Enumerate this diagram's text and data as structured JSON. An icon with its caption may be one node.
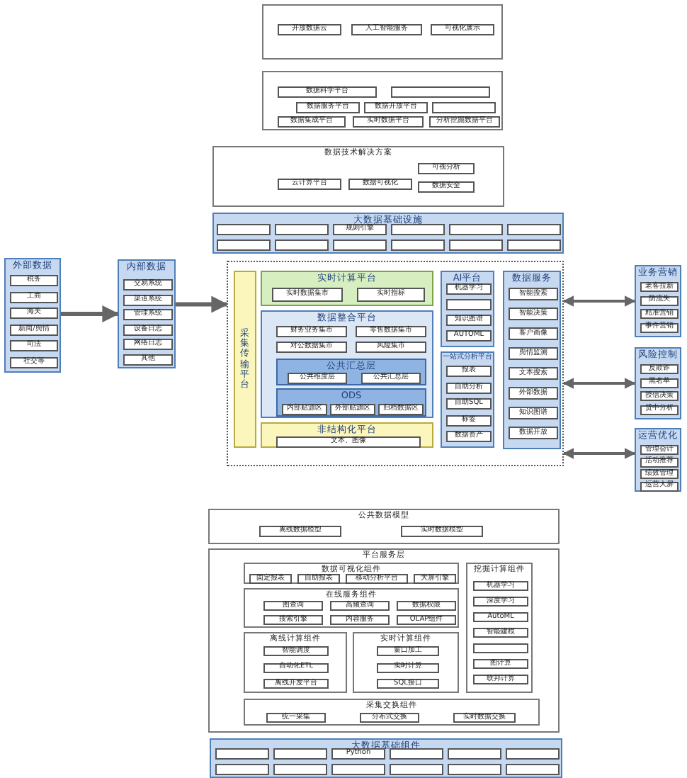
{
  "diagram": {
    "nodes": [
      {
        "text": [],
        "shape": "box"
      },
      {
        "text": [
          "开放数据云"
        ],
        "in": 0
      },
      {
        "text": [
          "人工智能服务"
        ],
        "in": 0
      },
      {
        "text": [
          "可视化展示"
        ],
        "in": 0
      },
      {
        "text": [],
        "shape": "box"
      },
      {
        "text": [
          "数据科学平台"
        ],
        "in": 4
      },
      {
        "text": [],
        "shape": "box",
        "in": 4
      },
      {
        "text": [
          "数据服务平台"
        ],
        "in": 4
      },
      {
        "text": [
          "数据开放平台"
        ],
        "in": 4
      },
      {
        "text": [],
        "shape": "box",
        "in": 4
      },
      {
        "text": [
          "数据集成平台"
        ],
        "in": 4
      },
      {
        "text": [
          "实时数据平台"
        ],
        "in": 4
      },
      {
        "text": [
          "分析挖掘数据平台"
        ],
        "in": 4
      },
      {
        "text": [
          "数据技术解决方案"
        ]
      },
      {
        "text": [
          "云计算平台"
        ],
        "in": 13
      },
      {
        "text": [
          "数据可视化"
        ],
        "in": 13
      },
      {
        "text": [
          "可视分析"
        ],
        "in": 13
      },
      {
        "text": [
          "数据安全"
        ],
        "in": 13
      },
      {
        "text": [
          "大数据基础设施"
        ]
      },
      {
        "text": [],
        "shape": "box",
        "in": 18
      },
      {
        "text": [],
        "shape": "box",
        "in": 18
      },
      {
        "text": [
          "规则引擎"
        ],
        "in": 18
      },
      {
        "text": [],
        "shape": "box",
        "in": 18
      },
      {
        "text": [],
        "shape": "box",
        "in": 18
      },
      {
        "text": [],
        "shape": "box",
        "in": 18
      },
      {
        "text": [],
        "shape": "box",
        "in": 18
      },
      {
        "text": [],
        "shape": "box",
        "in": 18
      },
      {
        "text": [],
        "shape": "box",
        "in": 18
      },
      {
        "text": [],
        "shape": "box",
        "in": 18
      },
      {
        "text": [],
        "shape": "box",
        "in": 18
      },
      {
        "text": [],
        "shape": "box",
        "in": 18
      },
      {
        "text": [],
        "shape": "box"
      },
      {
        "text": [
          "采集传输平台"
        ],
        "in": 31
      },
      {
        "text": [
          "实时计算平台"
        ],
        "in": 31
      },
      {
        "text": [
          "实时数据集市"
        ],
        "in": 33
      },
      {
        "text": [
          "实时指标"
        ],
        "in": 33
      },
      {
        "text": [
          "数据整合平台"
        ],
        "in": 31
      },
      {
        "text": [
          "财务业务集市"
        ],
        "in": 36
      },
      {
        "text": [
          "零售数据集市"
        ],
        "in": 36
      },
      {
        "text": [
          "对公数据集市"
        ],
        "in": 36
      },
      {
        "text": [
          "风险集市"
        ],
        "in": 36
      },
      {
        "text": [
          "公共汇总层"
        ],
        "in": 36
      },
      {
        "text": [
          "公共维度层"
        ],
        "in": 41
      },
      {
        "text": [
          "公共汇总层"
        ],
        "in": 41
      },
      {
        "text": [
          "ODS"
        ],
        "in": 36
      },
      {
        "text": [
          "内部贴源区"
        ],
        "in": 44
      },
      {
        "text": [
          "外部贴源区"
        ],
        "in": 44
      },
      {
        "text": [
          "归档数据区"
        ],
        "in": 44
      },
      {
        "text": [
          "非结构化平台"
        ],
        "in": 31
      },
      {
        "text": [
          "文本、图像"
        ],
        "in": 48
      },
      {
        "text": [
          "AI平台"
        ],
        "in": 31
      },
      {
        "text": [
          "机器学习"
        ],
        "in": 50
      },
      {
        "text": [],
        "shape": "box",
        "in": 50
      },
      {
        "text": [
          "知识图谱"
        ],
        "in": 50
      },
      {
        "text": [
          "AUTOML"
        ],
        "in": 50
      },
      {
        "text": [
          "一站式分析平台"
        ],
        "in": 31
      },
      {
        "text": [
          "报表"
        ],
        "in": 55
      },
      {
        "text": [
          "自助分析"
        ],
        "in": 55
      },
      {
        "text": [
          "自助SQL"
        ],
        "in": 55
      },
      {
        "text": [
          "标签"
        ],
        "in": 55
      },
      {
        "text": [
          "数据资产"
        ],
        "in": 55
      },
      {
        "text": [
          "数据服务"
        ],
        "in": 31
      },
      {
        "text": [
          "智能搜索"
        ],
        "in": 61
      },
      {
        "text": [
          "智能决策"
        ],
        "in": 61
      },
      {
        "text": [
          "客户画像"
        ],
        "in": 61
      },
      {
        "text": [
          "舆情监测"
        ],
        "in": 61
      },
      {
        "text": [
          "文本搜索"
        ],
        "in": 61
      },
      {
        "text": [
          "外部数据"
        ],
        "in": 61
      },
      {
        "text": [
          "知识图谱"
        ],
        "in": 61
      },
      {
        "text": [
          "数据开放"
        ],
        "in": 61
      },
      {
        "text": [
          "外部数据"
        ]
      },
      {
        "text": [
          "税务"
        ],
        "in": 70
      },
      {
        "text": [
          "工商"
        ],
        "in": 70
      },
      {
        "text": [
          "海关"
        ],
        "in": 70
      },
      {
        "text": [
          "新闻/舆情"
        ],
        "in": 70
      },
      {
        "text": [
          "司法"
        ],
        "in": 70
      },
      {
        "text": [
          "社交等"
        ],
        "in": 70
      },
      {
        "text": [
          "内部数据"
        ]
      },
      {
        "text": [
          "交易系统"
        ],
        "in": 77
      },
      {
        "text": [
          "渠道系统"
        ],
        "in": 77
      },
      {
        "text": [
          "管理系统"
        ],
        "in": 77
      },
      {
        "text": [
          "设备日志"
        ],
        "in": 77
      },
      {
        "text": [
          "网络日志"
        ],
        "in": 77
      },
      {
        "text": [
          "其他"
        ],
        "in": 77
      },
      {
        "text": [
          "业务营销"
        ]
      },
      {
        "text": [
          "老客拉新"
        ],
        "in": 84
      },
      {
        "text": [
          "防流失"
        ],
        "in": 84
      },
      {
        "text": [
          "精准营销"
        ],
        "in": 84
      },
      {
        "text": [
          "事件营销"
        ],
        "in": 84
      },
      {
        "text": [
          "风险控制"
        ]
      },
      {
        "text": [
          "反欺诈"
        ],
        "in": 89
      },
      {
        "text": [
          "黑名单"
        ],
        "in": 89
      },
      {
        "text": [
          "授信决策"
        ],
        "in": 89
      },
      {
        "text": [
          "贷中分析"
        ],
        "in": 89
      },
      {
        "text": [
          "运营优化"
        ]
      },
      {
        "text": [
          "管理会计"
        ],
        "in": 94
      },
      {
        "text": [
          "活动推荐"
        ],
        "in": 94
      },
      {
        "text": [
          "绩效管理"
        ],
        "in": 94
      },
      {
        "text": [
          "运营大屏"
        ],
        "in": 94
      },
      {
        "text": [
          "公共数据模型"
        ]
      },
      {
        "text": [
          "离线数据模型"
        ],
        "in": 99
      },
      {
        "text": [
          "实时数据模型"
        ],
        "in": 99
      },
      {
        "text": [
          "平台服务层"
        ]
      },
      {
        "text": [
          "数据可视化组件"
        ],
        "in": 102
      },
      {
        "text": [
          "固定报表"
        ],
        "in": 103
      },
      {
        "text": [
          "自助报表"
        ],
        "in": 103
      },
      {
        "text": [
          "移动分析平台"
        ],
        "in": 103
      },
      {
        "text": [
          "大屏引擎"
        ],
        "in": 103
      },
      {
        "text": [
          "在线服务组件"
        ],
        "in": 102
      },
      {
        "text": [
          "图查询"
        ],
        "in": 108
      },
      {
        "text": [
          "高频查询"
        ],
        "in": 108
      },
      {
        "text": [
          "数据权限"
        ],
        "in": 108
      },
      {
        "text": [
          "搜索引擎"
        ],
        "in": 108
      },
      {
        "text": [
          "内容服务"
        ],
        "in": 108
      },
      {
        "text": [
          "OLAP组件"
        ],
        "in": 108
      },
      {
        "text": [
          "离线计算组件"
        ],
        "in": 102
      },
      {
        "text": [
          "智能调度"
        ],
        "in": 115
      },
      {
        "text": [
          "自动化ETL"
        ],
        "in": 115
      },
      {
        "text": [
          "离线开发平台"
        ],
        "in": 115
      },
      {
        "text": [
          "实时计算组件"
        ],
        "in": 102
      },
      {
        "text": [
          "窗口加工"
        ],
        "in": 119
      },
      {
        "text": [
          "实时计算"
        ],
        "in": 119
      },
      {
        "text": [
          "SQL接口"
        ],
        "in": 119
      },
      {
        "text": [
          "挖掘计算组件"
        ],
        "in": 102
      },
      {
        "text": [
          "机器学习"
        ],
        "in": 123
      },
      {
        "text": [
          "深度学习"
        ],
        "in": 123
      },
      {
        "text": [
          "AutoML"
        ],
        "in": 123
      },
      {
        "text": [
          "智能建模"
        ],
        "in": 123
      },
      {
        "text": [],
        "shape": "box",
        "in": 123
      },
      {
        "text": [
          "图计算"
        ],
        "in": 123
      },
      {
        "text": [
          "联邦计算"
        ],
        "in": 123
      },
      {
        "text": [
          "采集交换组件"
        ],
        "in": 102
      },
      {
        "text": [
          "统一采集"
        ],
        "in": 131
      },
      {
        "text": [
          "分布式交换"
        ],
        "in": 131
      },
      {
        "text": [
          "实时数据交换"
        ],
        "in": 131
      },
      {
        "text": [
          "大数据基础组件"
        ]
      },
      {
        "text": [],
        "shape": "box",
        "in": 135
      },
      {
        "text": [],
        "shape": "box",
        "in": 135
      },
      {
        "text": [
          "Python"
        ],
        "in": 135
      },
      {
        "text": [],
        "shape": "box",
        "in": 135
      },
      {
        "text": [],
        "shape": "box",
        "in": 135
      },
      {
        "text": [],
        "shape": "box",
        "in": 135
      },
      {
        "text": [],
        "shape": "box",
        "in": 135
      },
      {
        "text": [],
        "shape": "box",
        "in": 135
      },
      {
        "text": [],
        "shape": "box",
        "in": 135
      },
      {
        "text": [],
        "shape": "box",
        "in": 135
      },
      {
        "text": [],
        "shape": "box",
        "in": 135
      },
      {
        "text": [],
        "shape": "box",
        "in": 135
      }
    ],
    "edges": [
      {
        "from": 70,
        "to": 77,
        "arrow": "to"
      },
      {
        "from": 77,
        "to": 31,
        "arrow": "to"
      },
      {
        "from": 31,
        "to": 84,
        "arrow": "both"
      },
      {
        "from": 31,
        "to": 89,
        "arrow": "both"
      },
      {
        "from": 31,
        "to": 94,
        "arrow": "both"
      }
    ]
  }
}
